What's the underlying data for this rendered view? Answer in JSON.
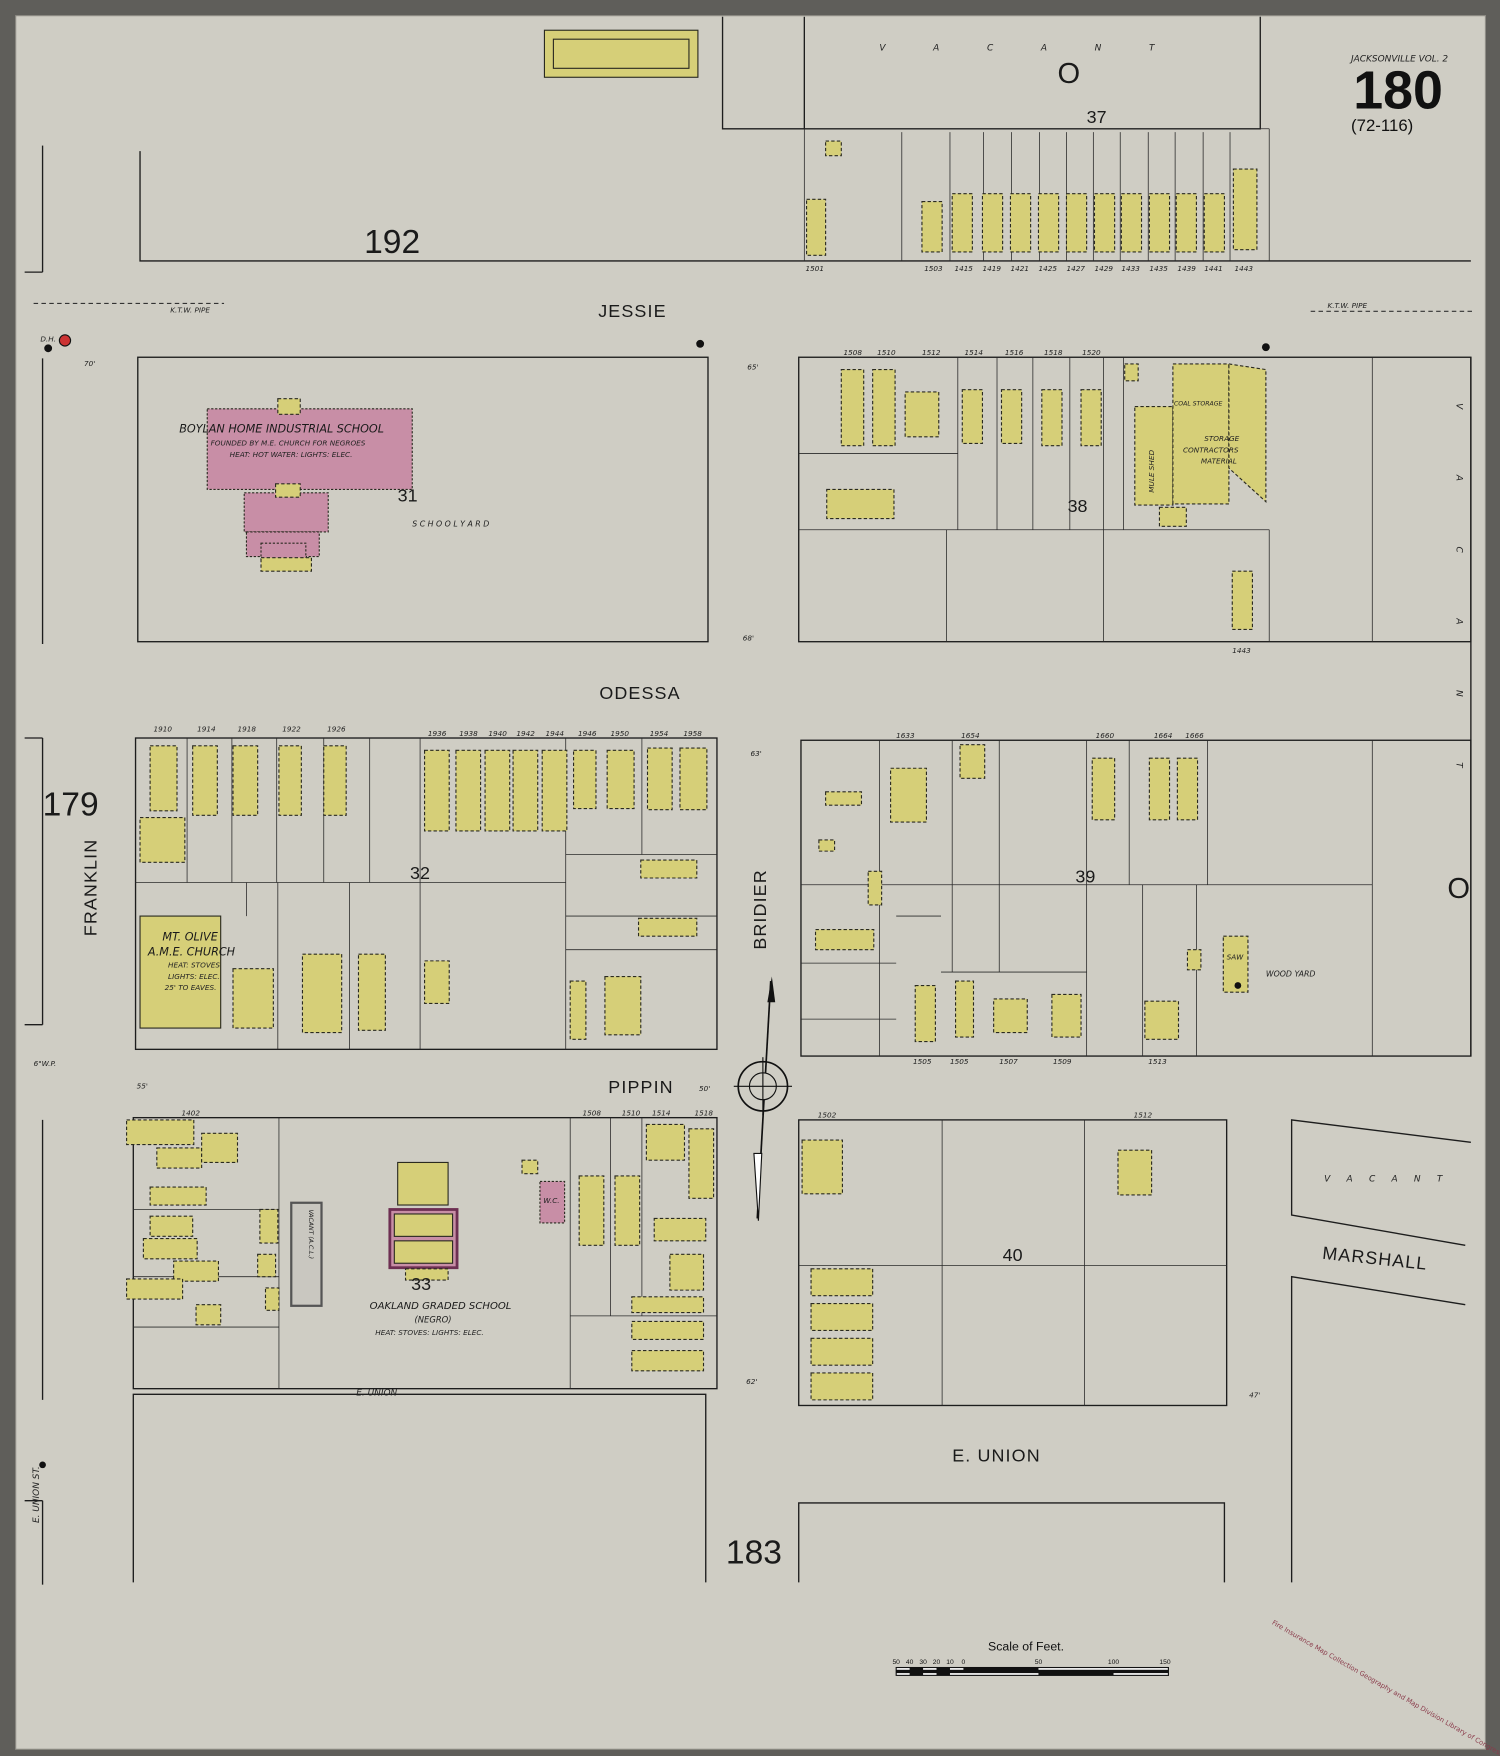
{
  "sheet": {
    "series": "JACKSONVILLE VOL. 2",
    "sheet_number": "180",
    "range": "(72-116)"
  },
  "adjacent_sheets": {
    "north": "192",
    "west": "179",
    "south": "183"
  },
  "vacant_marks": {
    "top_vacant": "V A C A N T",
    "top_o": "O",
    "right_vacant": "V A C A N T",
    "right_o": "O",
    "marshall_vacant": "V A C A N T"
  },
  "streets": {
    "jessie": "JESSIE",
    "odessa": "ODESSA",
    "pippin": "PIPPIN",
    "e_union": "E. UNION",
    "e_union_small": "E. UNION",
    "bridier": "BRIDIER",
    "franklin": "FRANKLIN",
    "marshall": "MARSHALL",
    "e_union_st": "E. UNION ST."
  },
  "blocks": {
    "b37": "37",
    "b31": "31",
    "b38": "38",
    "b32": "32",
    "b39": "39",
    "b33": "33",
    "b40": "40"
  },
  "labels": {
    "boylan_title": "BOYLAN HOME INDUSTRIAL SCHOOL",
    "boylan_sub1": "FOUNDED BY M.E. CHURCH FOR NEGROES",
    "boylan_sub2": "HEAT: HOT WATER: LIGHTS: ELEC.",
    "school_yard": "S C H O O L   Y A R D",
    "mt_olive_1": "MT. OLIVE",
    "mt_olive_2": "A.M.E. CHURCH",
    "mt_olive_3": "HEAT: STOVES",
    "mt_olive_4": "LIGHTS: ELEC.",
    "mt_olive_5": "25' TO EAVES.",
    "oakland_1": "OAKLAND GRADED SCHOOL",
    "oakland_2": "(NEGRO)",
    "oakland_3": "HEAT: STOVES: LIGHTS: ELEC.",
    "mule_shed": "MULE SHED",
    "storage": "STORAGE",
    "contractors": "CONTRACTORS",
    "material": "MATERIAL",
    "coal_storage": "COAL STORAGE",
    "wood_yard": "WOOD YARD",
    "saw": "SAW",
    "vacant_acl": "VACANT (A.C.L.)",
    "wc": "W.C.",
    "ktw_pipe_left": "K.T.W. PIPE",
    "ktw_pipe_right": "K.T.W. PIPE",
    "dh": "D.H.",
    "gwp": "6\"W.P."
  },
  "widths": {
    "w70": "70'",
    "w65": "65'",
    "w68": "68'",
    "w63": "63'",
    "w50": "50'",
    "w62": "62'",
    "w47": "47'",
    "w55": "55'"
  },
  "addresses": {
    "block37": [
      "1501",
      "1503",
      "1415",
      "1419",
      "1421",
      "1425",
      "1427",
      "1429",
      "1433",
      "1435",
      "1439",
      "1441",
      "1443"
    ],
    "block38": [
      "1508",
      "1510",
      "1512",
      "1514",
      "1516",
      "1518",
      "1520",
      "1443"
    ],
    "block32": [
      "1910",
      "1914",
      "1918",
      "1922",
      "1926",
      "1936",
      "1938",
      "1940",
      "1942",
      "1944",
      "1946",
      "1950",
      "1954",
      "1958"
    ],
    "block39": [
      "1633",
      "1654",
      "1660",
      "1664",
      "1666",
      "1505",
      "1505",
      "1507",
      "1509",
      "1513"
    ],
    "block33": [
      "1402",
      "1508",
      "1510",
      "1514",
      "1518"
    ],
    "block40": [
      "1502",
      "1512"
    ]
  },
  "scale": {
    "title": "Scale of Feet.",
    "ticks": [
      "50",
      "40",
      "30",
      "20",
      "10",
      "0",
      "50",
      "100",
      "150"
    ]
  },
  "stamp": "Fire Insurance Map Collection Geography and Map Division Library of Congress",
  "colors": {
    "paper": "#cfcdc4",
    "frame_dwelling": "#d6cf78",
    "brick": "#c88ea6",
    "ink": "#1d1d1d"
  }
}
